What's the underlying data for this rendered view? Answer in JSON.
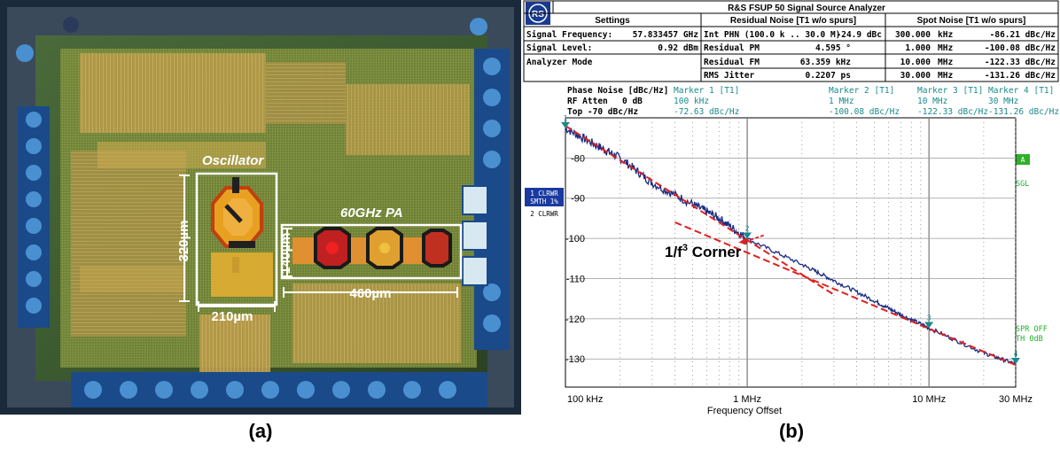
{
  "panel_a": {
    "caption": "(a)",
    "labels": {
      "oscillator": "Oscillator",
      "pa": "60GHz PA",
      "dim_320": "320µm",
      "dim_140": "140µm",
      "dim_210": "210µm",
      "dim_460": "460µm"
    }
  },
  "panel_b": {
    "caption": "(b)",
    "instrument_title": "R&S FSUP 50 Signal Source Analyzer",
    "table": {
      "headers": [
        "Settings",
        "Residual Noise [T1 w/o spurs]",
        "Spot Noise [T1 w/o spurs]"
      ],
      "settings": [
        {
          "label": "Signal Frequency:",
          "value": "57.833457 GHz"
        },
        {
          "label": "Signal Level:",
          "value": "0.92 dBm"
        },
        {
          "label": "Analyzer Mode",
          "value": ""
        },
        {
          "label": "",
          "value": ""
        }
      ],
      "residual": [
        {
          "label": "Int PHN (100.0 k .. 30.0 M)",
          "value": "-24.9 dBc"
        },
        {
          "label": "Residual PM",
          "value": "4.595 °"
        },
        {
          "label": "Residual FM",
          "value": "63.359 kHz"
        },
        {
          "label": "RMS Jitter",
          "value": "0.2207 ps"
        }
      ],
      "spot": [
        {
          "offset": "300.000",
          "unit": "kHz",
          "value": "-86.21 dBc/Hz"
        },
        {
          "offset": "1.000",
          "unit": "MHz",
          "value": "-100.08 dBc/Hz"
        },
        {
          "offset": "10.000",
          "unit": "MHz",
          "value": "-122.33 dBc/Hz"
        },
        {
          "offset": "30.000",
          "unit": "MHz",
          "value": "-131.26 dBc/Hz"
        }
      ]
    },
    "plot_header": {
      "title": "Phase Noise [dBc/Hz]",
      "rf_atten_label": "RF Atten",
      "rf_atten_value": "0 dB",
      "top_label": "Top -70 dBc/Hz"
    },
    "markers": [
      {
        "label": "Marker 1 [T1]",
        "freq": "100 kHz",
        "value": "-72.63 dBc/Hz"
      },
      {
        "label": "Marker 2 [T1]",
        "freq": "1 MHz",
        "value": "-100.08 dBc/Hz"
      },
      {
        "label": "Marker 3 [T1]",
        "freq": "10 MHz",
        "value": "-122.33 dBc/Hz"
      },
      {
        "label": "Marker 4 [T1]",
        "freq": "30 MHz",
        "value": "-131.26 dBc/Hz"
      }
    ],
    "side_labels": {
      "trace1": "1 CLRWR",
      "trace1b": "SMTH 1%",
      "trace2": "2 CLRWR",
      "a_box": "A",
      "sgl": "SGL",
      "spr_off": "SPR OFF",
      "th": "TH 0dB"
    },
    "annotation": {
      "text": "1/f",
      "sup": "3",
      "rest": " Corner"
    },
    "colors": {
      "trace": "#1a2a80",
      "fit": "#e02020",
      "marker": "#1a8a8a"
    }
  },
  "chart_data": {
    "type": "line",
    "xlabel": "Frequency Offset",
    "ylabel": "",
    "x_scale": "log",
    "xlim": [
      100000,
      30000000
    ],
    "ylim": [
      -137,
      -70
    ],
    "x_tick_labels": [
      "100 kHz",
      "1 MHz",
      "10 MHz",
      "30 MHz"
    ],
    "x_ticks": [
      100000,
      1000000,
      10000000,
      30000000
    ],
    "y_ticks": [
      -80,
      -90,
      -100,
      -110,
      -120,
      -130
    ],
    "y_tick_labels": [
      "-80",
      "-90",
      "-100",
      "-110",
      "-120",
      "-130"
    ],
    "grid": true,
    "series": [
      {
        "x": [
          100000,
          150000,
          200000,
          300000,
          500000,
          700000,
          1000000,
          2000000,
          3000000,
          5000000,
          7000000,
          10000000,
          20000000,
          30000000
        ],
        "y": [
          -72.6,
          -77,
          -80,
          -86.2,
          -91.5,
          -95,
          -100.1,
          -106.5,
          -110.5,
          -115.5,
          -119,
          -122.3,
          -128.5,
          -131.3
        ]
      }
    ],
    "markers": [
      {
        "x": 100000,
        "y": -72.63
      },
      {
        "x": 1000000,
        "y": -100.08
      },
      {
        "x": 10000000,
        "y": -122.33
      },
      {
        "x": 30000000,
        "y": -131.26
      }
    ]
  }
}
